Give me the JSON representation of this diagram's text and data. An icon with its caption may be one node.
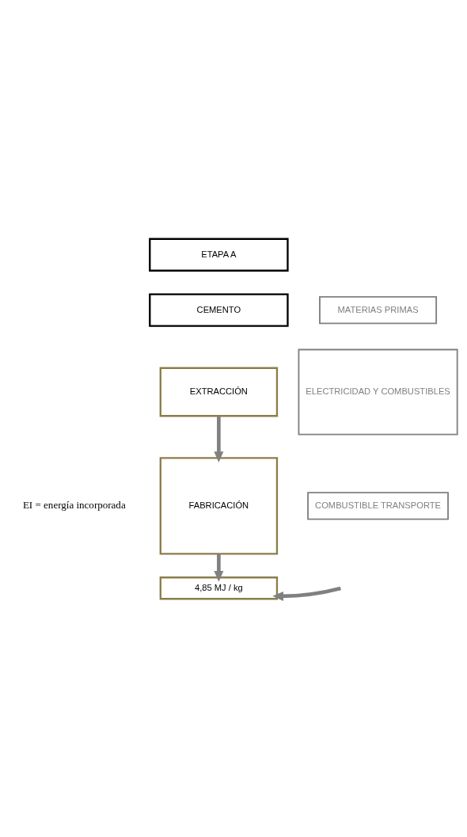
{
  "diagram": {
    "nodes": [
      {
        "text": [
          "ETAPA A"
        ]
      },
      {
        "text": [
          "CEMENTO"
        ]
      },
      {
        "text": [
          "MATERIAS PRIMAS"
        ]
      },
      {
        "text": [
          "EXTRACCIÓN"
        ]
      },
      {
        "text": [
          "ELECTRICIDAD Y COMBUSTIBLES"
        ]
      },
      {
        "text": [
          "FABRICACIÓN"
        ]
      },
      {
        "text": [
          "COMBUSTIBLE TRANSPORTE"
        ]
      },
      {
        "text": [
          "4,85 MJ / kg"
        ]
      }
    ],
    "edges": [
      {
        "from": 3,
        "to": 5,
        "arrow": "to"
      },
      {
        "from": 5,
        "to": 7,
        "arrow": "to"
      },
      {
        "from": null,
        "to": 7,
        "arrow": "to"
      }
    ],
    "labels": [
      "EI = energía incorporada"
    ]
  }
}
